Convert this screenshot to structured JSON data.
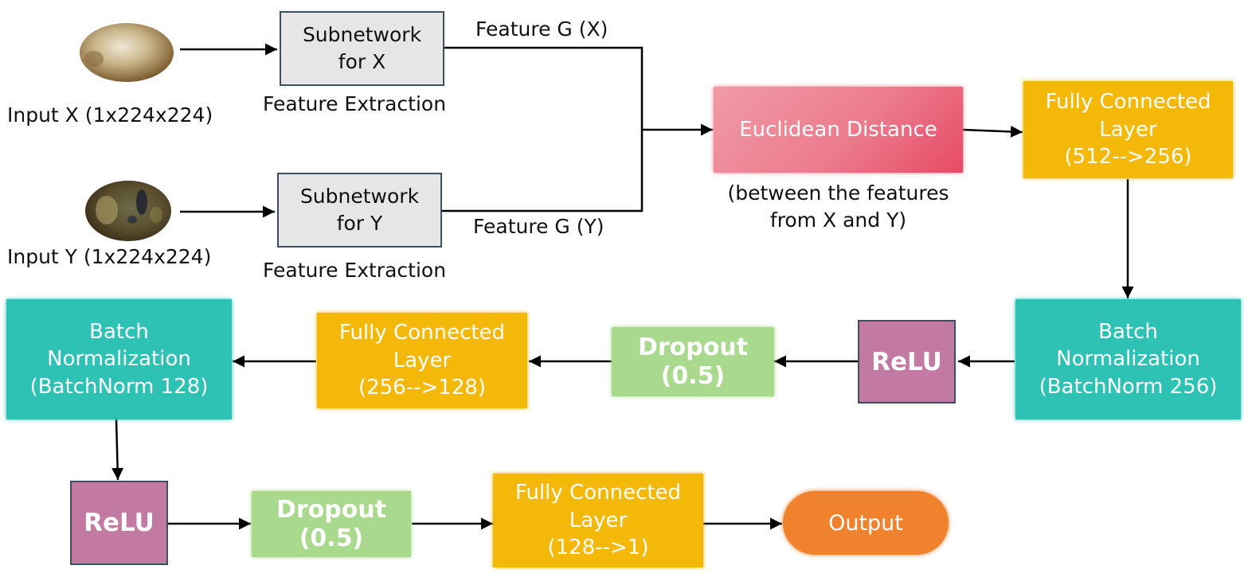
{
  "inputs": {
    "x_label": "Input X  (1x224x224)",
    "y_label": "Input Y  (1x224x224)"
  },
  "subnetworks": {
    "x_label": "Subnetwork\nfor X",
    "y_label": "Subnetwork\nfor Y",
    "x_caption": "Feature Extraction",
    "y_caption": "Feature Extraction"
  },
  "features": {
    "gx": "Feature G (X)",
    "gy": "Feature G (Y)"
  },
  "euclidean": {
    "label": "Euclidean Distance",
    "caption": "(between the features\nfrom X and Y)"
  },
  "fc1": {
    "label": "Fully Connected\nLayer\n(512-->256)"
  },
  "bn1": {
    "label": "Batch\nNormalization\n(BatchNorm 256)"
  },
  "relu1": {
    "label": "ReLU"
  },
  "dropout1": {
    "label": "Dropout\n(0.5)"
  },
  "fc2": {
    "label": "Fully Connected\nLayer\n(256-->128)"
  },
  "bn2": {
    "label": "Batch\nNormalization\n(BatchNorm 128)"
  },
  "relu2": {
    "label": "ReLU"
  },
  "dropout2": {
    "label": "Dropout\n(0.5)"
  },
  "fc3": {
    "label": "Fully Connected\nLayer\n(128-->1)"
  },
  "output": {
    "label": "Output"
  },
  "colors": {
    "subnetwork": "#e6e6e6",
    "fully_connected": "#f4b808",
    "batch_norm": "#2ec2b5",
    "relu": "#c27aa3",
    "dropout": "#a9d98c",
    "euclidean": "#ec7c8d",
    "output": "#f0822e",
    "arrow": "#000000"
  }
}
